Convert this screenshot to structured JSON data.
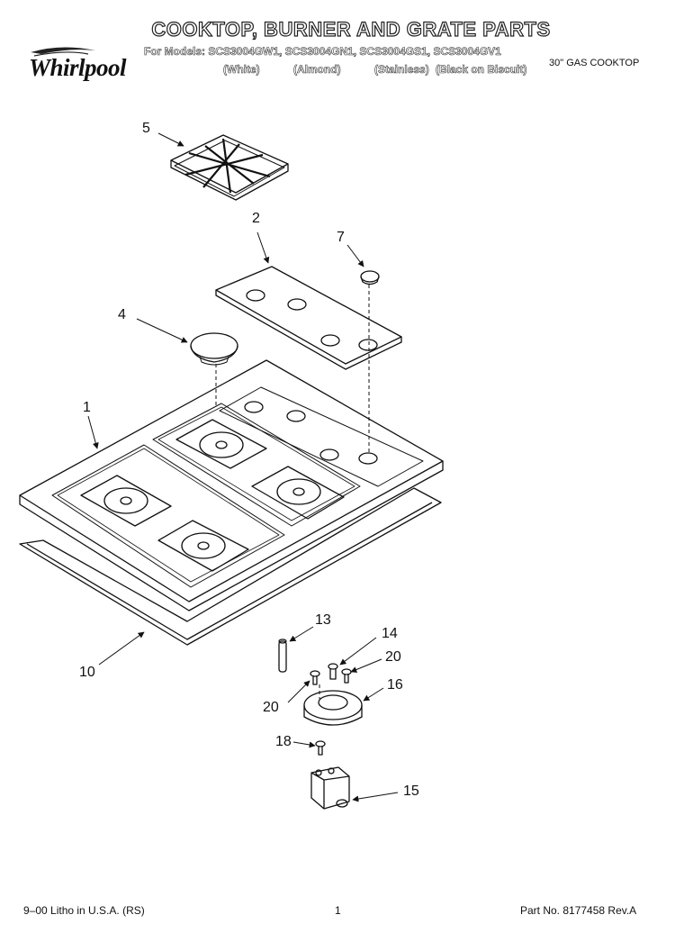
{
  "header": {
    "title": "COOKTOP, BURNER AND GRATE PARTS",
    "models_line": "For Models: SCS3004GW1, SCS3004GN1, SCS3004GS1, SCS3004GV1",
    "finishes": [
      "(White)",
      "(Almond)",
      "(Stainless)",
      "(Black on Biscuit)"
    ],
    "cooktop_type": "30\" GAS COOKTOP",
    "logo_text": "Whirlpool"
  },
  "callouts": {
    "c1": "1",
    "c2": "2",
    "c4": "4",
    "c5": "5",
    "c7": "7",
    "c10": "10",
    "c13": "13",
    "c14": "14",
    "c15": "15",
    "c16": "16",
    "c18": "18",
    "c20a": "20",
    "c20b": "20"
  },
  "footer": {
    "left": "9–00 Litho in U.S.A. (RS)",
    "center": "1",
    "right": "Part No. 8177458 Rev.A"
  }
}
